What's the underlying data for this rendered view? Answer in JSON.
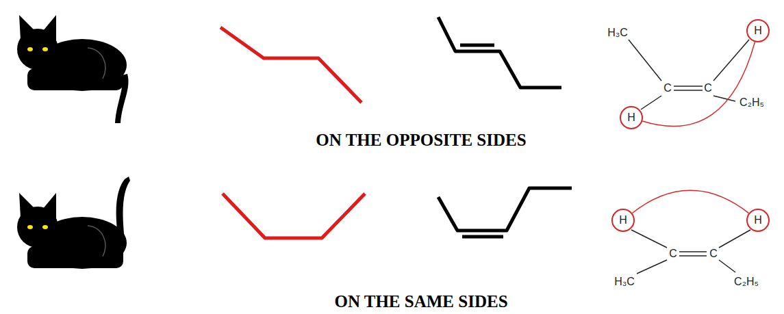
{
  "diagram": {
    "nodes": [
      {
        "text": [
          "H"
        ]
      },
      {
        "text": [
          "H"
        ]
      },
      {
        "text": [
          "H"
        ]
      },
      {
        "text": [
          "H"
        ]
      }
    ],
    "edges": [
      {
        "from": 0,
        "to": 1,
        "arrow": "none"
      },
      {
        "from": 2,
        "to": 3,
        "arrow": "none"
      }
    ],
    "labels": [
      "H₃C",
      "C",
      "C",
      "C₂H₅",
      "ON THE OPPOSITE SIDES",
      "C",
      "C",
      "H₃C",
      "C₂H₅",
      "ON THE SAME SIDES"
    ]
  }
}
